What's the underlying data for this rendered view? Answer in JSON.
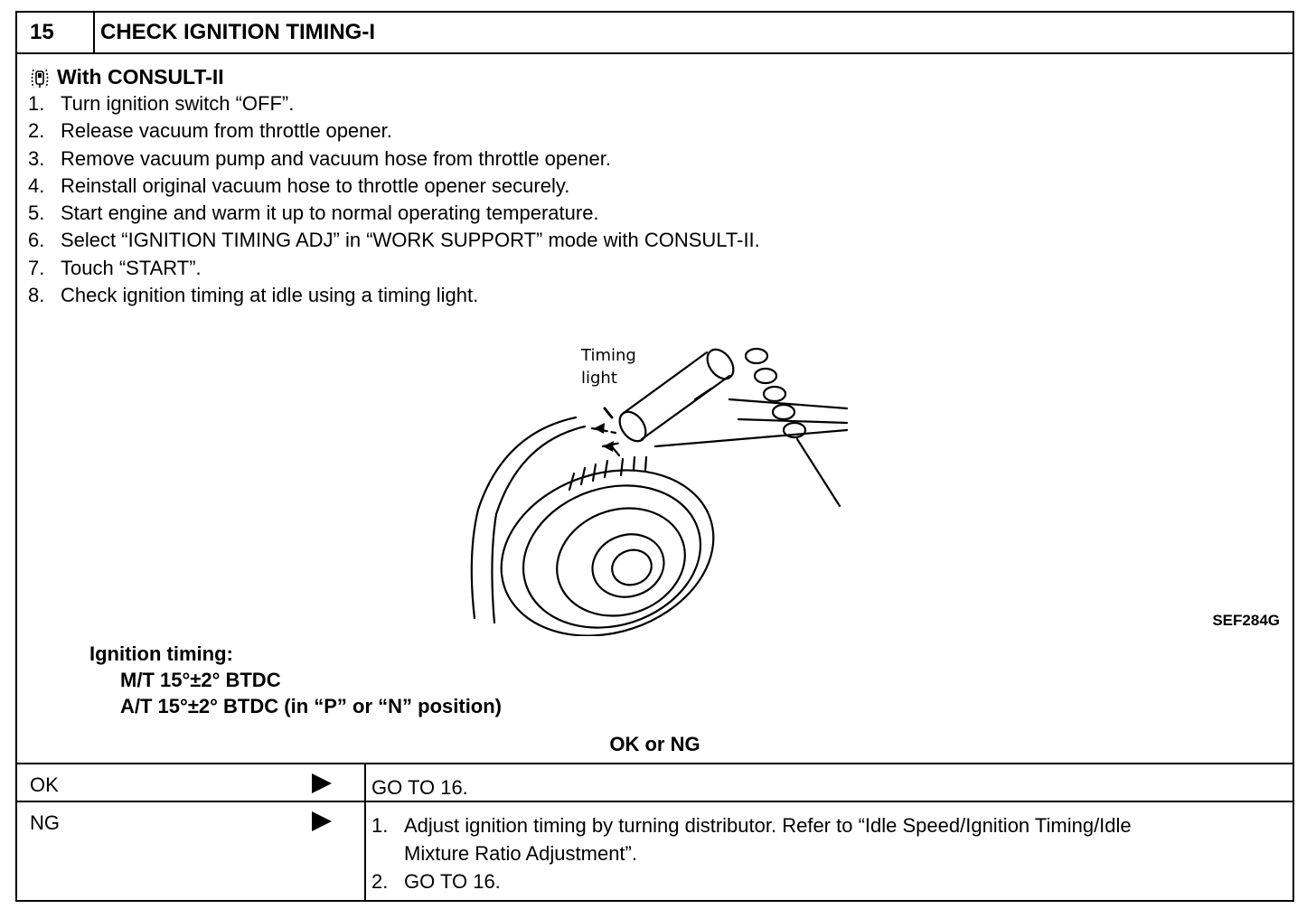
{
  "header": {
    "number": "15",
    "title": "CHECK IGNITION TIMING-I"
  },
  "consult_label": "With CONSULT-II",
  "steps": [
    {
      "n": "1.",
      "text": "Turn ignition switch “OFF”."
    },
    {
      "n": "2.",
      "text": "Release vacuum from throttle opener."
    },
    {
      "n": "3.",
      "text": "Remove vacuum pump and vacuum hose from throttle opener."
    },
    {
      "n": "4.",
      "text": "Reinstall original vacuum hose to throttle opener securely."
    },
    {
      "n": "5.",
      "text": "Start engine and warm it up to normal operating temperature."
    },
    {
      "n": "6.",
      "text": "Select “IGNITION TIMING ADJ” in “WORK SUPPORT” mode with CONSULT-II."
    },
    {
      "n": "7.",
      "text": "Touch “START”."
    },
    {
      "n": "8.",
      "text": "Check ignition timing at idle using a timing light."
    }
  ],
  "figure": {
    "label_line1": "Timing",
    "label_line2": "light",
    "code": "SEF284G"
  },
  "spec": {
    "title": "Ignition timing:",
    "mt": "M/T 15°±2° BTDC",
    "at": "A/T 15°±2° BTDC (in “P” or “N” position)"
  },
  "ok_ng": "OK or NG",
  "results": {
    "ok": {
      "label": "OK",
      "action": "GO TO 16."
    },
    "ng": {
      "label": "NG",
      "item1_n": "1.",
      "item1_line1": "Adjust ignition timing by turning distributor. Refer to “Idle Speed/Ignition Timing/Idle",
      "item1_line2": "Mixture Ratio Adjustment”.",
      "item2_n": "2.",
      "item2": "GO TO 16."
    }
  }
}
